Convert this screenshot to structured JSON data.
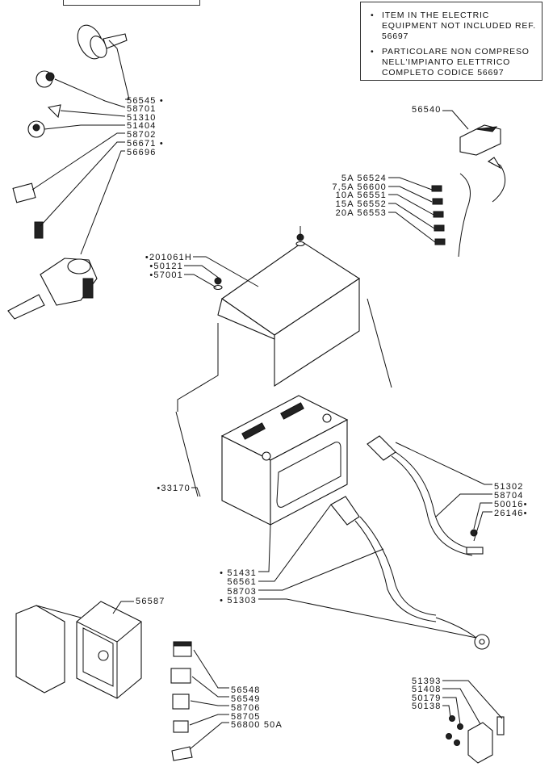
{
  "note": {
    "bullet": "•",
    "en": "ITEM IN THE ELECTRIC EQUIPMENT NOT INCLUDED REF. 56697",
    "it": "PARTICOLARE NON COMPRESO NELL'IMPIANTO ELETTRICO COMPLETO CODICE 56697"
  },
  "labels": {
    "p56545": "56545 •",
    "p58701": "58701",
    "p51310": "51310",
    "p51404": "51404",
    "p58702": "58702",
    "p56671": "56671 •",
    "p56696": "56696",
    "p56540": "56540",
    "f5": "5A  56524",
    "f75": "7,5A  56600",
    "f10": "10A  56551",
    "f15": "15A  56552",
    "f20": "20A  56553",
    "p201061H": "•201061H",
    "p50121": "•50121",
    "p57001": "•57001",
    "p33170": "•33170",
    "p51302": "51302",
    "p58704": "58704",
    "p50016": "50016•",
    "p26146": "26146•",
    "p51431": "• 51431",
    "p56561": "56561",
    "p58703": "58703",
    "p51303": "• 51303",
    "p56587": "56587",
    "p56548": "56548",
    "p56549": "56549",
    "p58706": "58706",
    "p58705": "58705",
    "p56800": "56800  50A",
    "p51393": "51393",
    "p51408": "51408",
    "p50179": "50179",
    "p50138": "50138"
  }
}
